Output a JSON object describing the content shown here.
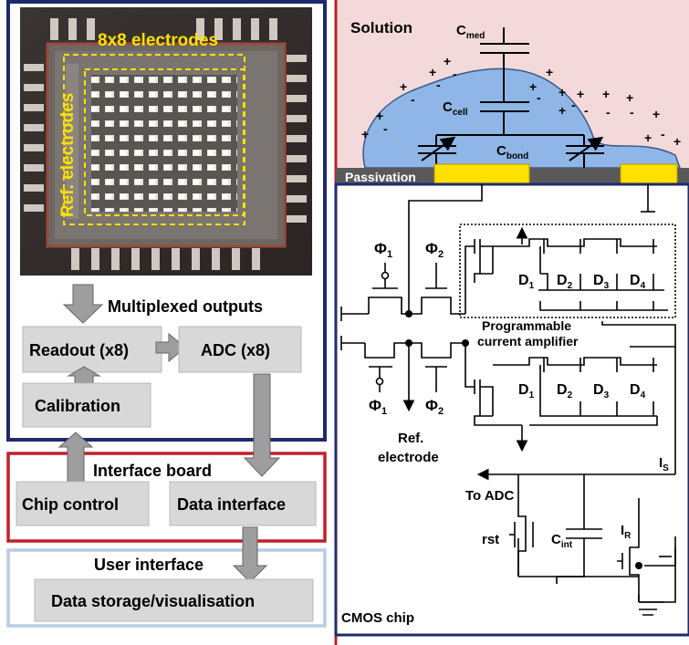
{
  "left": {
    "chip_labels": {
      "electrodes": "8x8 electrodes",
      "ref_electrodes": "Ref. electrodes"
    },
    "multiplexed_outputs": "Multiplexed outputs",
    "blocks": {
      "readout": "Readout (x8)",
      "adc": "ADC (x8)",
      "calibration": "Calibration",
      "chip_control": "Chip control",
      "data_interface": "Data interface",
      "data_storage": "Data storage/visualisation"
    },
    "interface_board": "Interface board",
    "user_interface": "User interface"
  },
  "right": {
    "solution": "Solution",
    "c_med": "C",
    "c_med_sub": "med",
    "c_cell": "C",
    "c_cell_sub": "cell",
    "c_bond": "C",
    "c_bond_sub": "bond",
    "passivation": "Passivation",
    "phi1": "Φ",
    "phi1_sub": "1",
    "phi2": "Φ",
    "phi2_sub": "2",
    "programmable": "Programmable",
    "current_amplifier": "current amplifier",
    "d1": "D",
    "d1_sub": "1",
    "d2": "D",
    "d2_sub": "2",
    "d3": "D",
    "d3_sub": "3",
    "d4": "D",
    "d4_sub": "4",
    "ref": "Ref.",
    "electrode": "electrode",
    "is": "I",
    "is_sub": "S",
    "to_adc": "To ADC",
    "rst": "rst",
    "cint": "C",
    "cint_sub": "int",
    "ir": "I",
    "ir_sub": "R",
    "cmos_chip": "CMOS chip"
  },
  "colors": {
    "left_frame": "#1f2a6b",
    "interface_frame": "#c0202a",
    "user_frame": "#b9cde4",
    "solution_bg": "#f3d9d9",
    "cell_fill": "#8fb6e6",
    "electrode_yellow": "#ffe000",
    "passivation": "#595959",
    "block_gray": "#d8d8d8"
  }
}
